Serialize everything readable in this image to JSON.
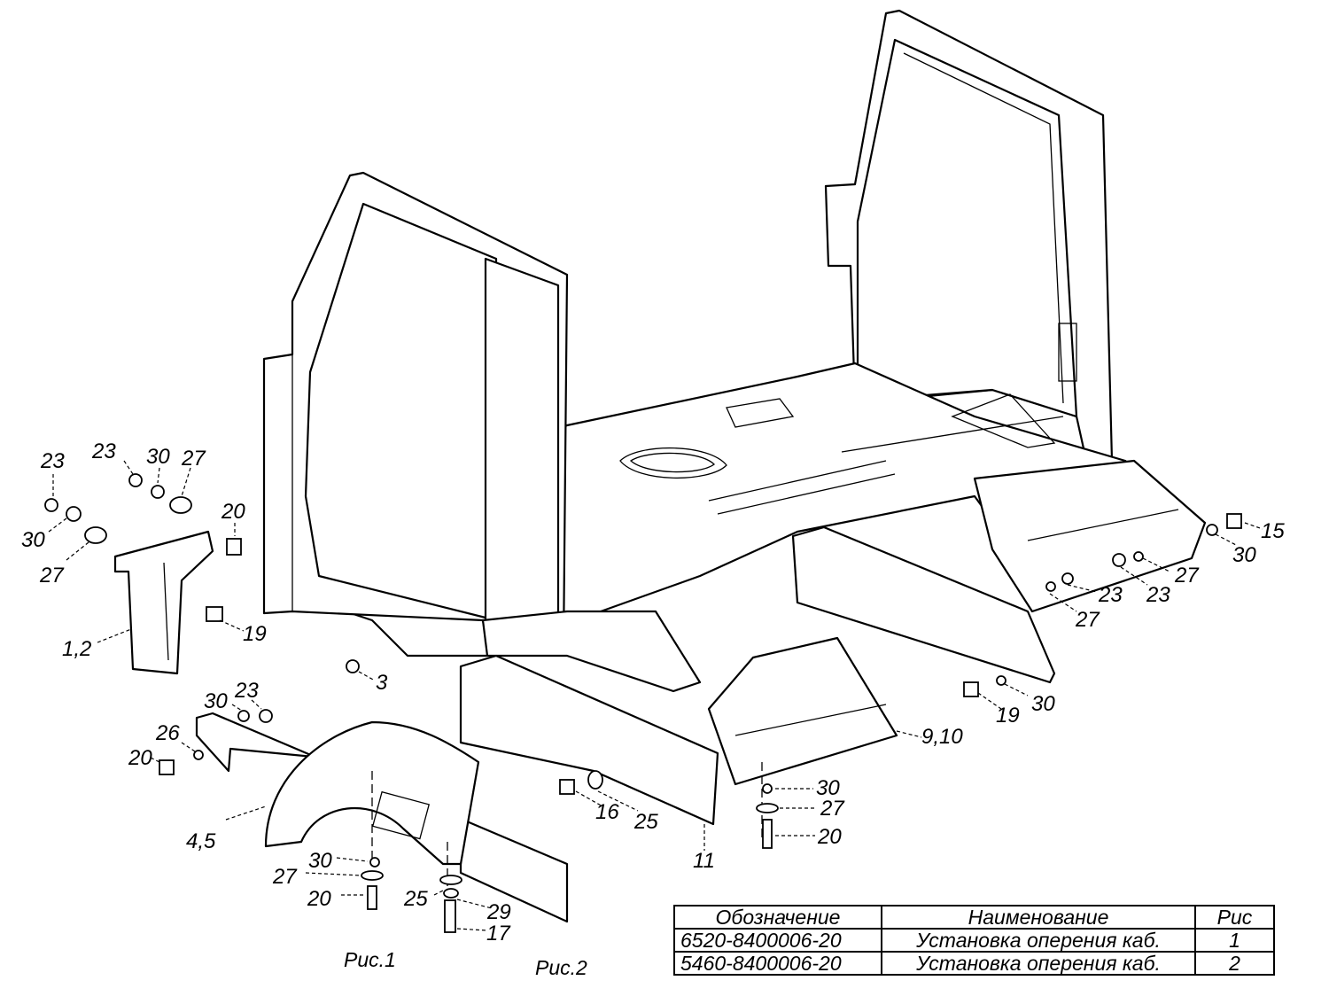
{
  "callouts": {
    "c23a": "23",
    "c23b": "23",
    "c30a": "30",
    "c27a": "27",
    "c30b": "30",
    "c27b": "27",
    "c20a": "20",
    "c19a": "19",
    "c12": "1,2",
    "c3": "3",
    "c30c": "30",
    "c23c": "23",
    "c26": "26",
    "c20b": "20",
    "c45": "4,5",
    "c16": "16",
    "c25a": "25",
    "c11": "11",
    "c30d": "30",
    "c27c": "27",
    "c20c": "20",
    "c25b": "25",
    "c29": "29",
    "c17": "17",
    "c15": "15",
    "c30e": "30",
    "c27d": "27",
    "c23d": "23",
    "c23e": "23",
    "c27e": "27",
    "c19b": "19",
    "c30f": "30",
    "c910": "9,10",
    "c30g": "30",
    "c27f": "27",
    "c20d": "20"
  },
  "captions": {
    "fig1": "Рис.1",
    "fig2": "Рис.2"
  },
  "table": {
    "headers": [
      "Обозначение",
      "Наименование",
      "Рис"
    ],
    "rows": [
      [
        "6520-8400006-20",
        "Установка оперения каб.",
        "1"
      ],
      [
        "5460-8400006-20",
        "Установка оперения каб.",
        "2"
      ]
    ]
  }
}
